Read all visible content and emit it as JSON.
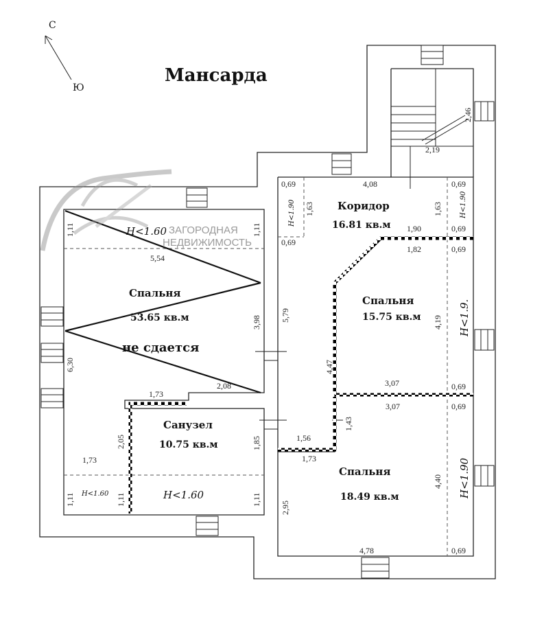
{
  "title": "Мансарда",
  "compass": {
    "north": "С",
    "south": "Ю"
  },
  "watermark": {
    "line1": "ЗАГОРОДНАЯ",
    "line2": "НЕДВИЖИМОСТЬ"
  },
  "rooms": [
    {
      "name": "Коридор",
      "area": "16.81 кв.м"
    },
    {
      "name": "Спальня",
      "area": "53.65 кв.м",
      "note": "не сдается"
    },
    {
      "name": "Спальня",
      "area": "15.75 кв.м"
    },
    {
      "name": "Санузел",
      "area": "10.75 кв.м"
    },
    {
      "name": "Спальня",
      "area": "18.49 кв.м"
    }
  ],
  "height_notes": [
    "H<1.60",
    "H<1.60",
    "H<1.60",
    "H<1.90",
    "H<1.90",
    "H<1.9.",
    "H<1.90"
  ],
  "dims": {
    "h": [
      "4,08",
      "0,69",
      "0,69",
      "0,69",
      "1,90",
      "0,69",
      "1,82",
      "0,69",
      "5,54",
      "3,07",
      "0,69",
      "2,08",
      "1,73",
      "3,07",
      "0,69",
      "1,56",
      "1,73",
      "1,73",
      "4,78",
      "0,69",
      "2,19"
    ],
    "v": [
      "1,63",
      "1,63",
      "1,11",
      "1,11",
      "5,79",
      "3,98",
      "4,19",
      "6,30",
      "4,47",
      "2,05",
      "1,43",
      "1,85",
      "4,40",
      "2,95",
      "1,11",
      "1,11",
      "1,11",
      "2,46"
    ]
  }
}
